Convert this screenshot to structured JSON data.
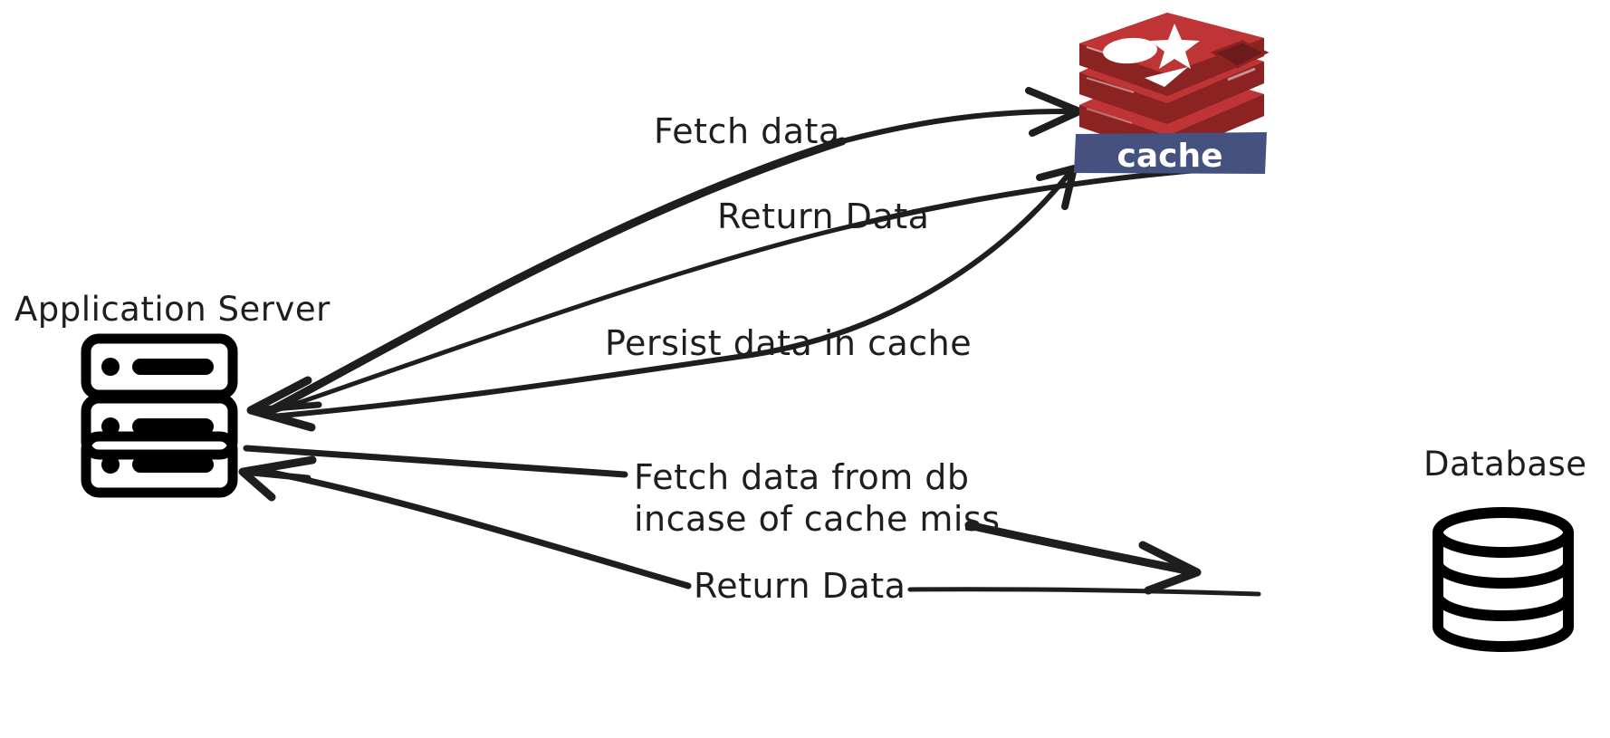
{
  "diagram": {
    "title": "Cache-aside pattern between application server, Redis cache and database",
    "background_color": "#ffffff",
    "stroke_color": "#1e1e1e",
    "nodes": [
      {
        "id": "app-server",
        "label": "Application Server",
        "icon": "server-rack-icon",
        "units": 3
      },
      {
        "id": "redis-cache",
        "label": "cache",
        "icon": "redis-logo-icon",
        "banner_color": "#45527f",
        "banner_text_color": "#ffffff",
        "logo_colors": {
          "top_face": "#bf3434",
          "side_face": "#8c2323",
          "front_face": "#a32b2b",
          "dark_hole": "#6b1b1b",
          "highlight": "#ffffff"
        }
      },
      {
        "id": "database",
        "label": "Database",
        "icon": "database-cylinder-icon",
        "bands": 3
      }
    ],
    "edges": [
      {
        "id": "fetch-data",
        "label": "Fetch data",
        "from": "app-server",
        "to": "redis-cache",
        "direction": "to-cache"
      },
      {
        "id": "return-data-cache",
        "label": "Return Data",
        "from": "redis-cache",
        "to": "app-server",
        "direction": "to-server"
      },
      {
        "id": "persist-data",
        "label": "Persist data in cache",
        "from": "app-server",
        "to": "redis-cache",
        "direction": "to-cache"
      },
      {
        "id": "fetch-from-db",
        "label_line1": "Fetch data from db",
        "label_line2": "incase of cache miss",
        "from": "app-server",
        "to": "database",
        "direction": "to-database"
      },
      {
        "id": "return-data-db",
        "label": "Return Data",
        "from": "database",
        "to": "app-server",
        "direction": "to-server"
      }
    ]
  }
}
